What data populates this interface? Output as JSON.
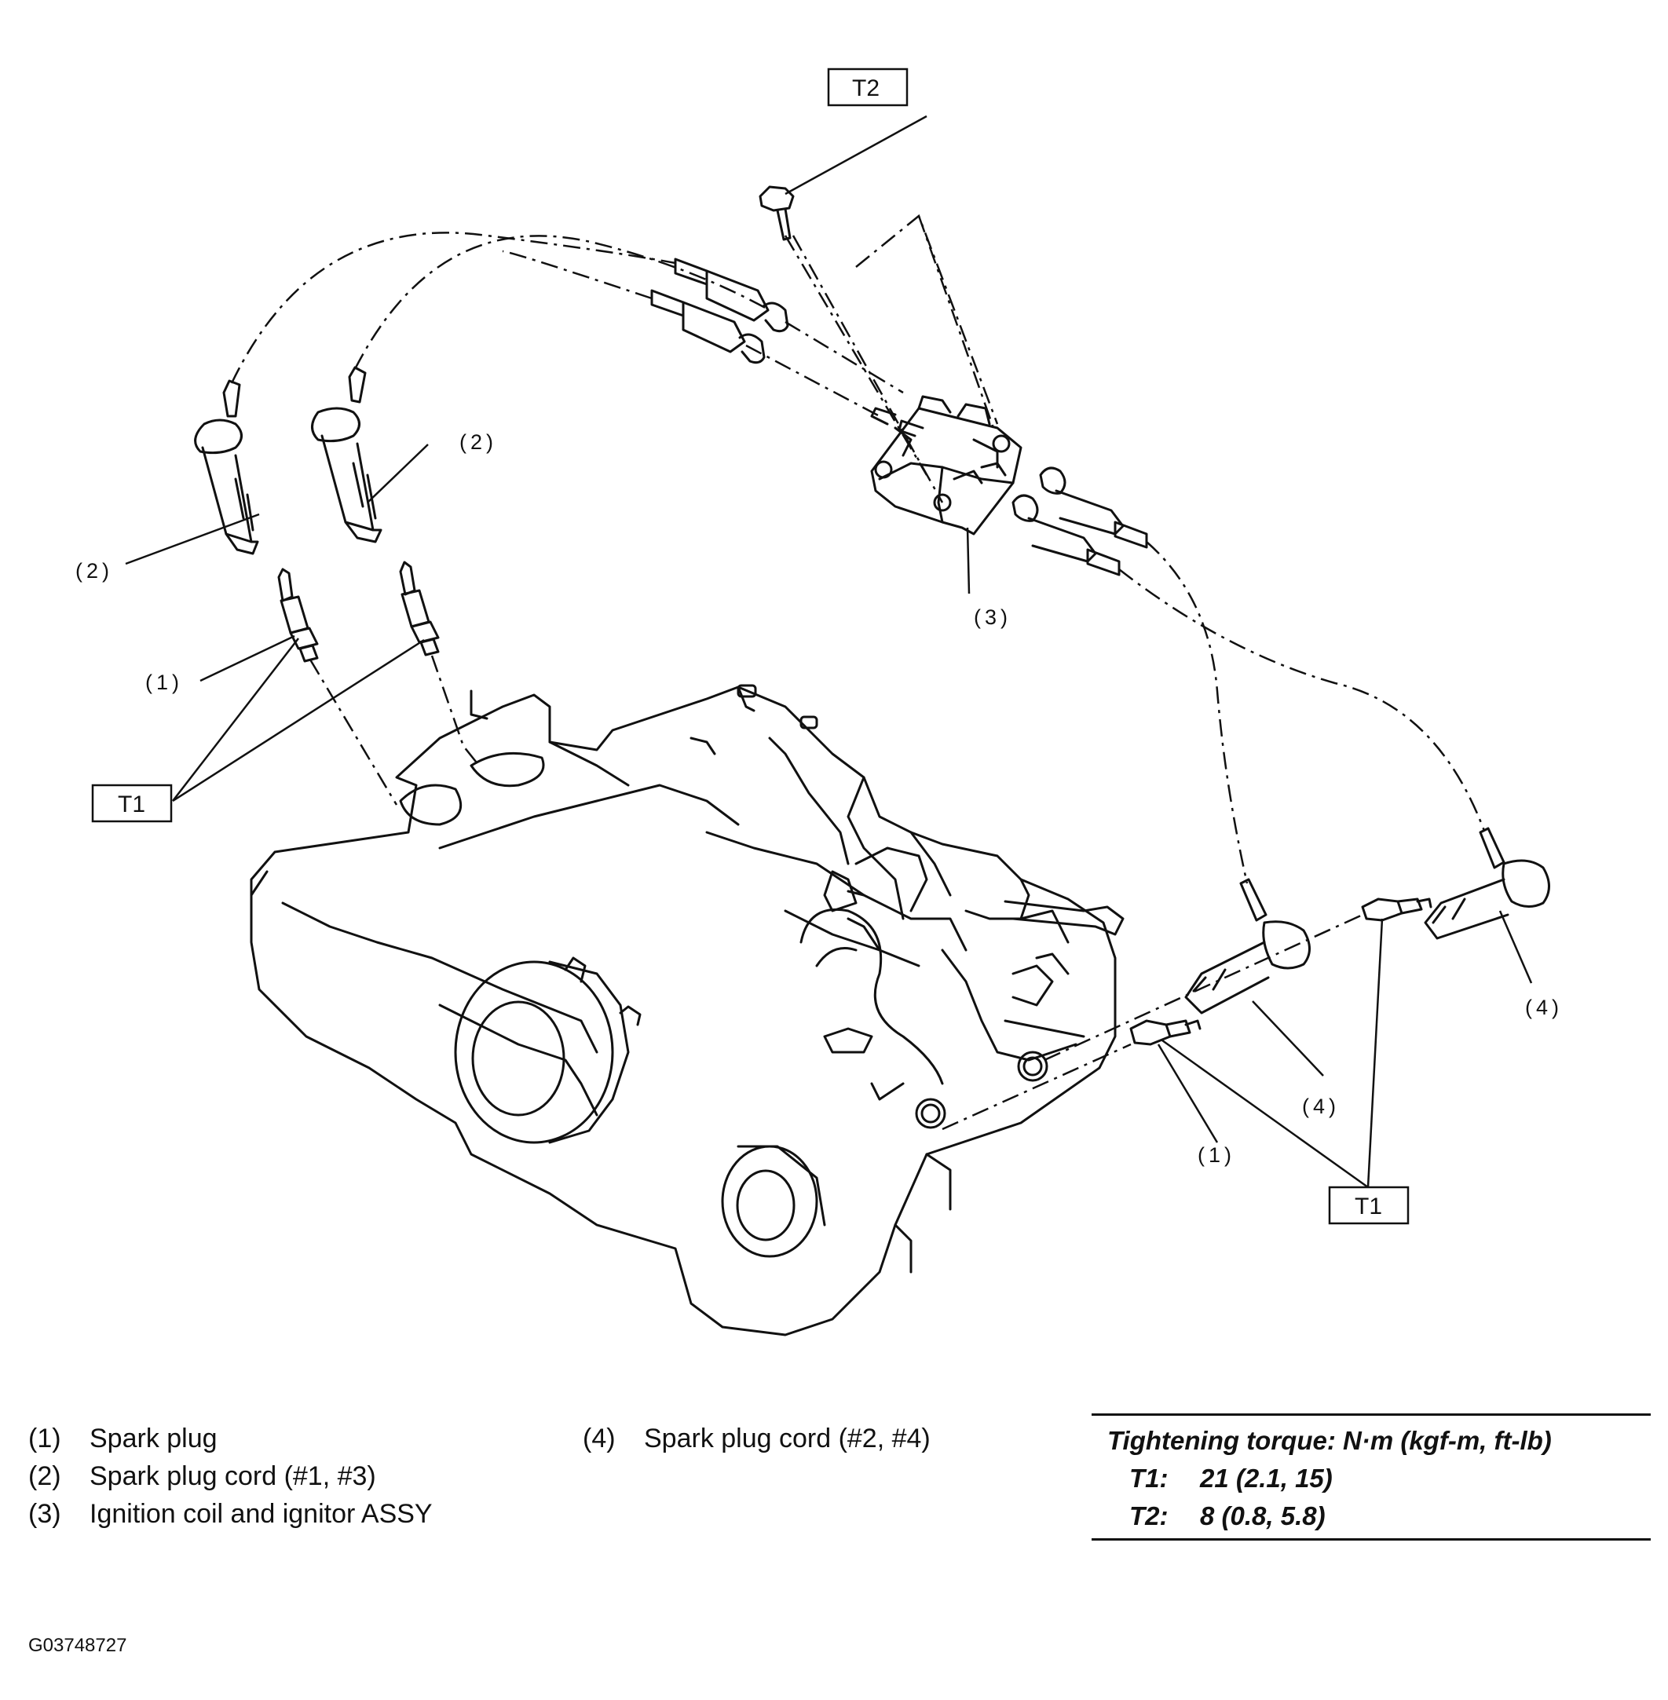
{
  "callouts": {
    "c1": "(1)",
    "c2": "(2)",
    "c3": "(3)",
    "c4": "(4)",
    "t1": "T1",
    "t2": "T2"
  },
  "legend": [
    {
      "num": "(1)",
      "text": "Spark plug"
    },
    {
      "num": "(2)",
      "text": "Spark plug cord (#1, #3)"
    },
    {
      "num": "(3)",
      "text": "Ignition coil and ignitor ASSY"
    },
    {
      "num": "(4)",
      "text": "Spark plug cord (#2, #4)"
    }
  ],
  "torque": {
    "heading": "Tightening torque: N·m (kgf-m, ft-lb)",
    "rows": [
      {
        "name": "T1:",
        "value": "21 (2.1, 15)"
      },
      {
        "name": "T2:",
        "value": "8 (0.8, 5.8)"
      }
    ]
  },
  "figure_id": "G03748727"
}
